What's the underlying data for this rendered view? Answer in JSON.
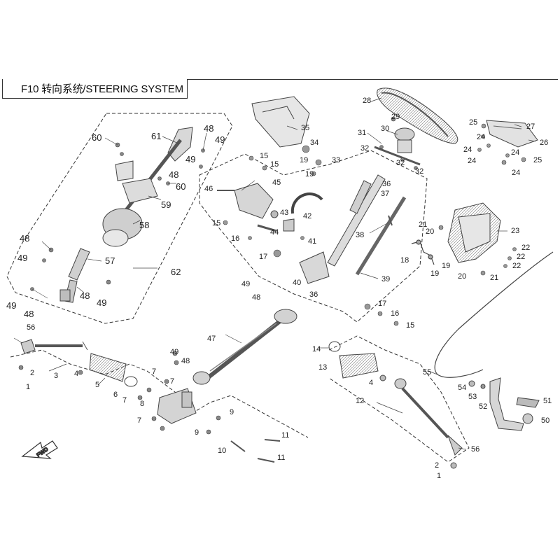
{
  "title": "F10 转向系统/STEERING SYSTEM",
  "fwd_label": "FWD",
  "colors": {
    "line": "#444444",
    "part_fill": "#e4e4e4",
    "part_dark": "#555555",
    "dash": "#333333"
  },
  "callouts": [
    "60",
    "61",
    "48",
    "49",
    "60",
    "48",
    "49",
    "59",
    "58",
    "48",
    "49",
    "57",
    "62",
    "48",
    "49",
    "48",
    "49",
    "15",
    "15",
    "45",
    "46",
    "43",
    "44",
    "42",
    "15",
    "16",
    "17",
    "41",
    "34",
    "33",
    "19",
    "19",
    "35",
    "28",
    "29",
    "30",
    "31",
    "32",
    "32",
    "32",
    "36",
    "37",
    "38",
    "39",
    "40",
    "36",
    "17",
    "16",
    "15",
    "25",
    "27",
    "26",
    "24",
    "24",
    "24",
    "24",
    "25",
    "24",
    "23",
    "21",
    "20",
    "22",
    "22",
    "22",
    "18",
    "19",
    "19",
    "20",
    "21",
    "56",
    "2",
    "1",
    "3",
    "4",
    "5",
    "6",
    "7",
    "7",
    "7",
    "7",
    "8",
    "9",
    "10",
    "11",
    "11",
    "9",
    "49",
    "48",
    "49",
    "48",
    "47",
    "14",
    "13",
    "4",
    "12",
    "55",
    "54",
    "53",
    "52",
    "51",
    "50",
    "56",
    "2",
    "1"
  ]
}
